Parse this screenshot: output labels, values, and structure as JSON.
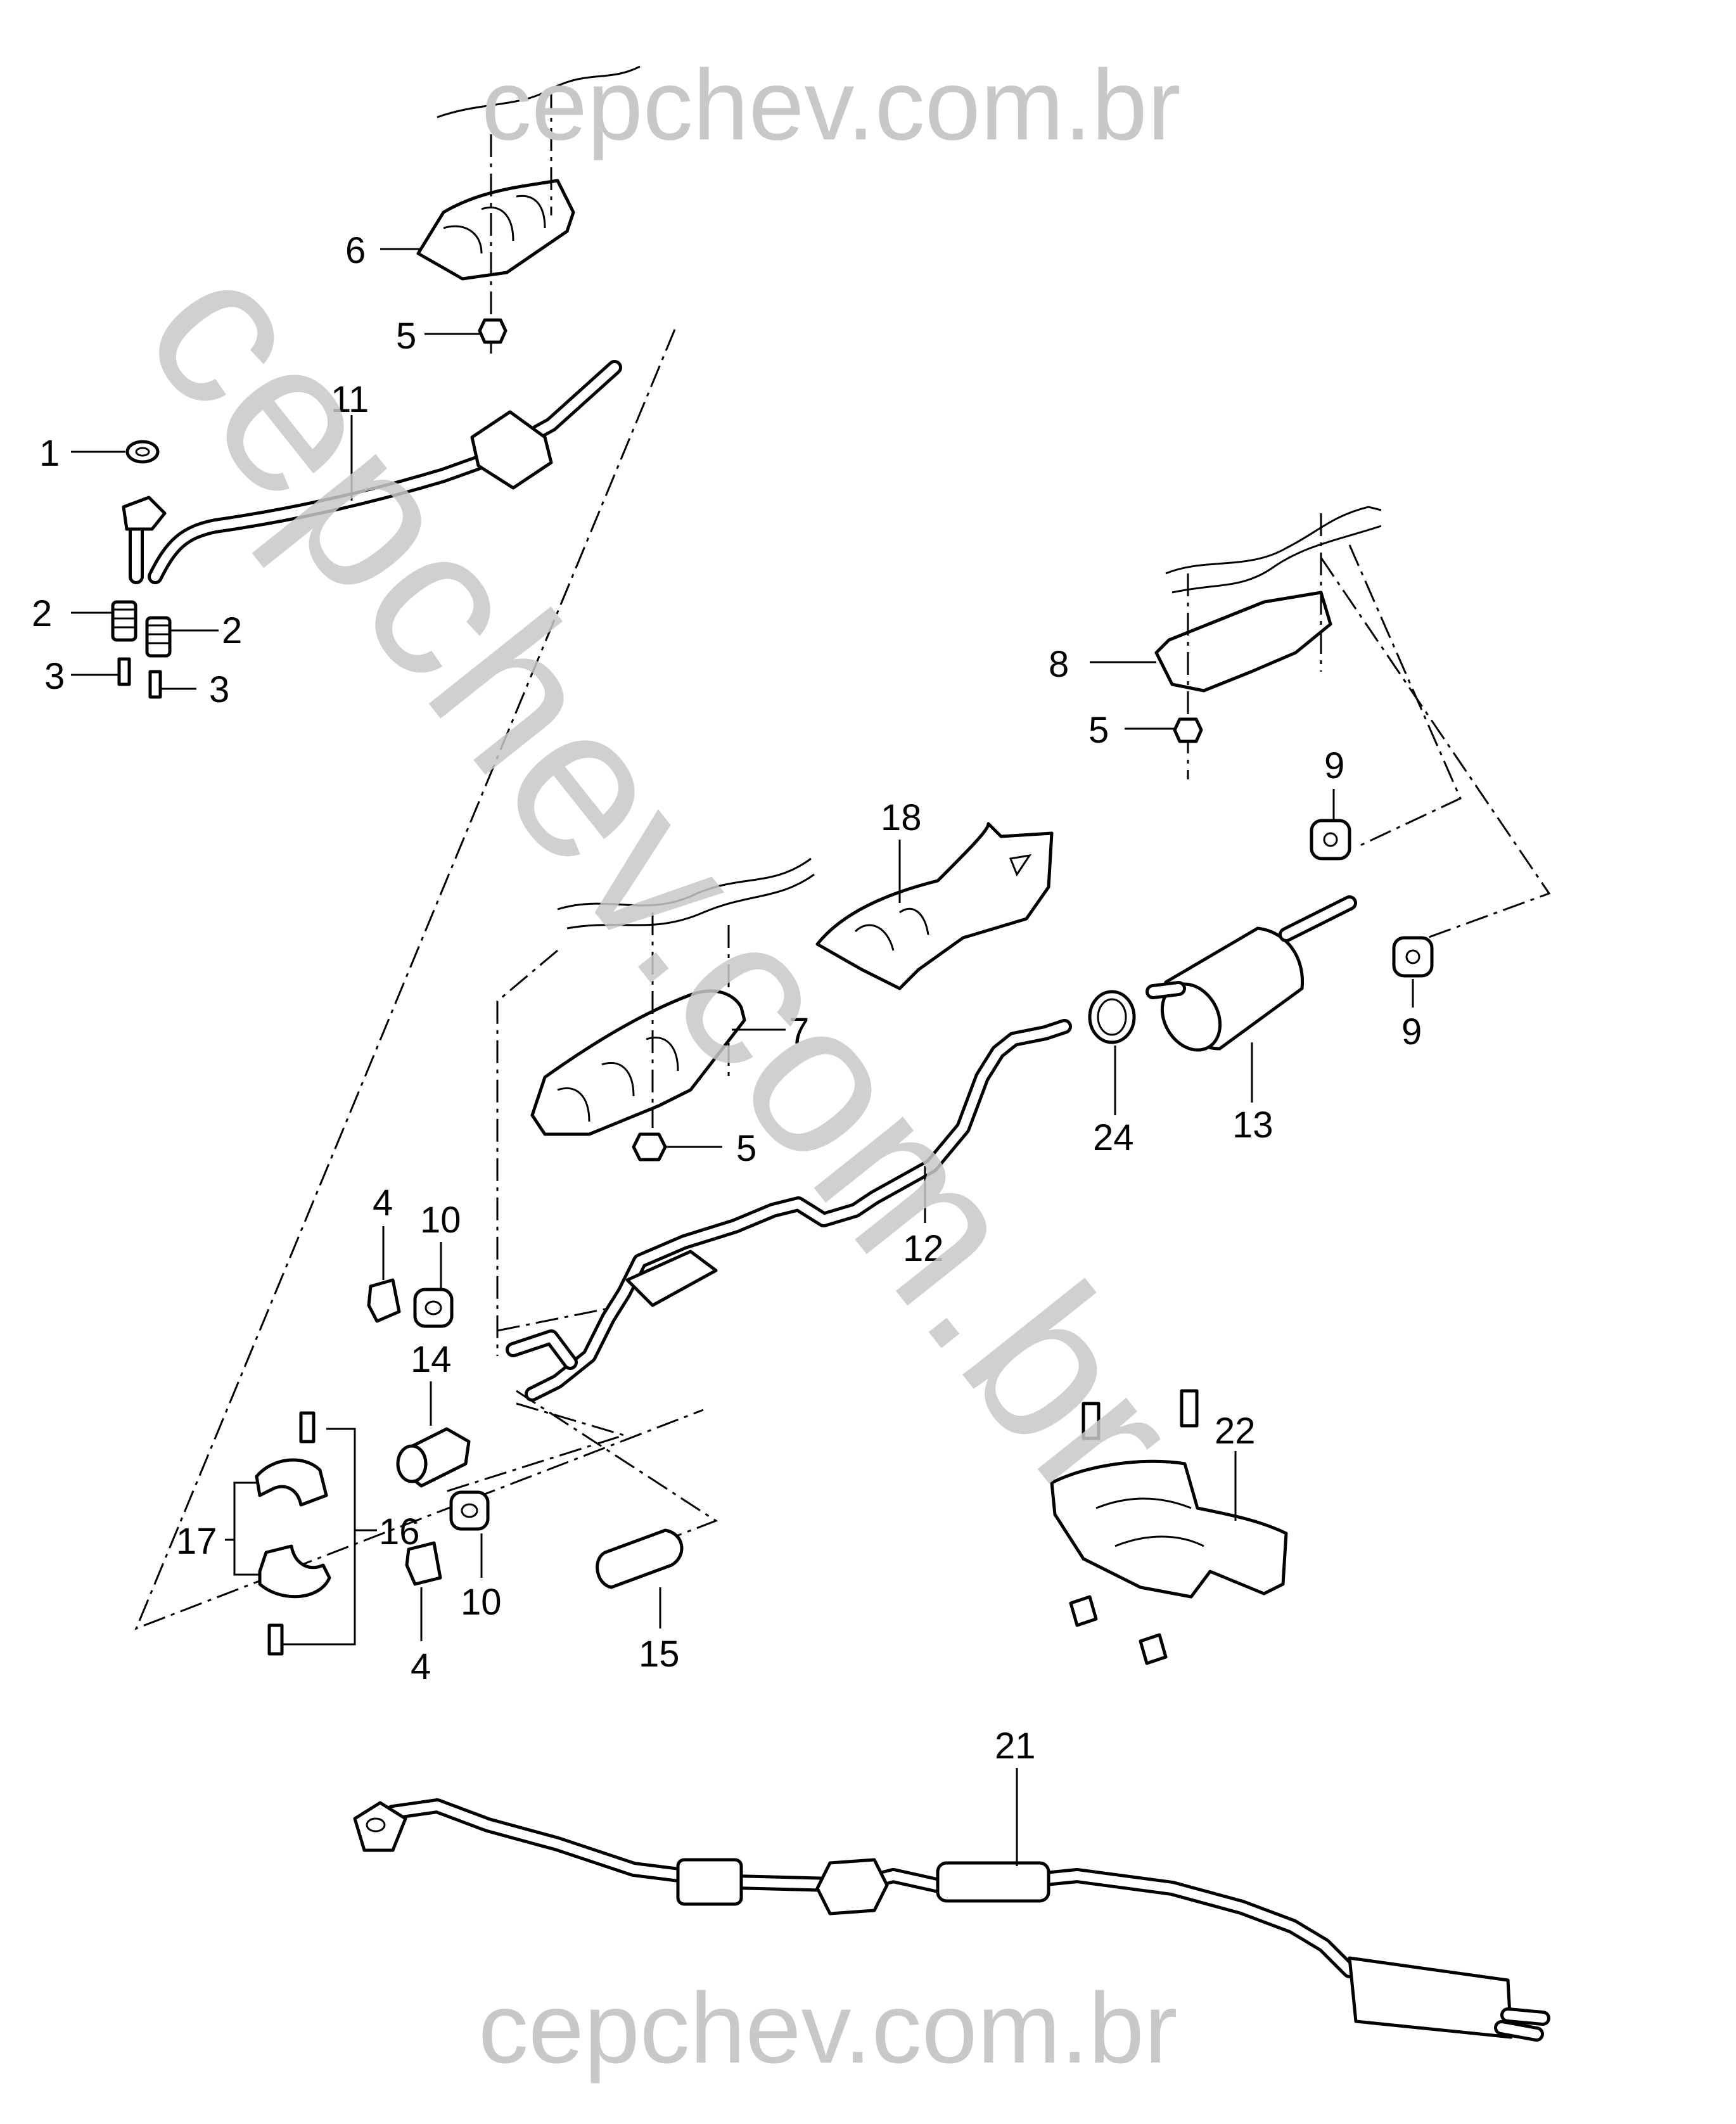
{
  "watermarks": {
    "top": "cepchev.com.br",
    "bottom": "cepchev.com.br",
    "diagonal": "cepchev.com.br"
  },
  "callouts": {
    "c1": "1",
    "c2a": "2",
    "c2b": "2",
    "c3a": "3",
    "c3b": "3",
    "c4a": "4",
    "c4b": "4",
    "c5a": "5",
    "c5b": "5",
    "c5c": "5",
    "c6": "6",
    "c7": "7",
    "c8": "8",
    "c9a": "9",
    "c9b": "9",
    "c10a": "10",
    "c10b": "10",
    "c11": "11",
    "c12": "12",
    "c13": "13",
    "c14": "14",
    "c15": "15",
    "c16": "16",
    "c17": "17",
    "c18": "18",
    "c21": "21",
    "c22": "22",
    "c24": "24"
  }
}
